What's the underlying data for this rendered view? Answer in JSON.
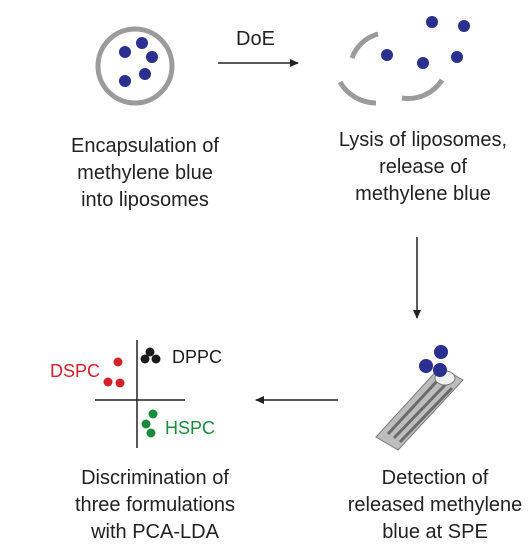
{
  "arrow_label": "DoE",
  "steps": {
    "encapsulation": [
      "Encapsulation of",
      "methylene blue",
      "into liposomes"
    ],
    "lysis": [
      "Lysis of liposomes,",
      "release of",
      "methylene blue"
    ],
    "detection": [
      "Detection of",
      "released methylene",
      "blue at SPE"
    ],
    "discrimination": [
      "Discrimination of",
      "three formulations",
      "with PCA-LDA"
    ]
  },
  "groups": {
    "dspc": "DSPC",
    "dppc": "DPPC",
    "hspc": "HSPC"
  },
  "colors": {
    "dye": "#2b2f8f",
    "membrane": "#9b9b9b",
    "arrow": "#222222",
    "dspc": "#d4202a",
    "dppc": "#1a1a1a",
    "hspc": "#1a8a3c",
    "electrode_body": "#bdbdbd",
    "electrode_track": "#6b6b6b"
  }
}
